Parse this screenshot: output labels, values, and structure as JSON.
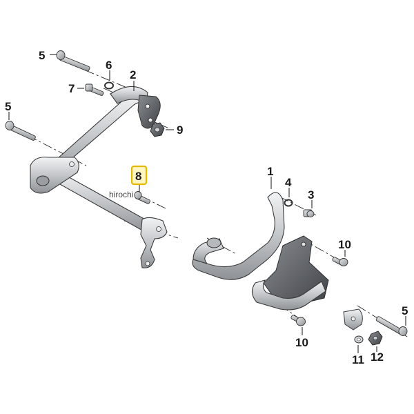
{
  "callouts": [
    {
      "id": "c5a",
      "label": "5"
    },
    {
      "id": "c6",
      "label": "6"
    },
    {
      "id": "c2",
      "label": "2"
    },
    {
      "id": "c7",
      "label": "7"
    },
    {
      "id": "c5b",
      "label": "5"
    },
    {
      "id": "c9",
      "label": "9"
    },
    {
      "id": "c8",
      "label": "8",
      "highlight": true
    },
    {
      "id": "c1",
      "label": "1"
    },
    {
      "id": "c4",
      "label": "4"
    },
    {
      "id": "c3",
      "label": "3"
    },
    {
      "id": "c10a",
      "label": "10"
    },
    {
      "id": "c5c",
      "label": "5"
    },
    {
      "id": "c10b",
      "label": "10"
    },
    {
      "id": "c11",
      "label": "11"
    },
    {
      "id": "c12",
      "label": "12"
    }
  ],
  "watermark": "hirochi",
  "colors": {
    "tube_outline": "#3a3a3a",
    "tube_fill": "#c8cacc",
    "tube_highlight": "#eef0f2",
    "plate_fill": "#55585c",
    "highlight_border": "#e7b800",
    "highlight_fill": "#fff6c2"
  }
}
